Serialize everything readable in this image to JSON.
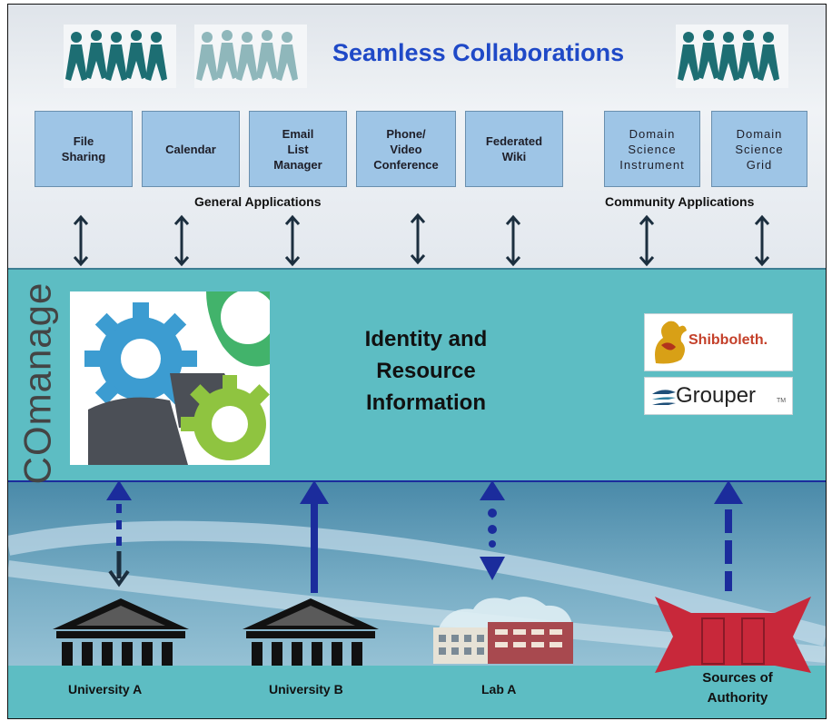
{
  "diagram": {
    "heading": "Seamless Collaborations",
    "general_apps": [
      {
        "label": "File\nSharing"
      },
      {
        "label": "Calendar"
      },
      {
        "label": "Email\nList\nManager"
      },
      {
        "label": "Phone/\nVideo\nConference"
      },
      {
        "label": "Federated\nWiki"
      }
    ],
    "community_apps": [
      {
        "label": "Domain\nScience\nInstrument"
      },
      {
        "label": "Domain\nScience\nGrid"
      }
    ],
    "general_apps_label": "General Applications",
    "community_apps_label": "Community Applications",
    "platform_name": "COmanage",
    "center_text": "Identity and\nResource\nInformation",
    "logos": {
      "shibboleth": "Shibboleth.",
      "grouper": "Grouper",
      "grouper_tm": "TM"
    },
    "sources": [
      {
        "label": "University A"
      },
      {
        "label": "University B"
      },
      {
        "label": "Lab A"
      },
      {
        "label": "Sources of\nAuthority"
      }
    ],
    "colors": {
      "accent_blue": "#1f49c7",
      "arrow_navy": "#1b2c9c",
      "teal": "#5dbdc3",
      "app_box": "#9ec5e6",
      "soa_red": "#c8283a"
    },
    "icons": [
      "people-chain-icon",
      "gears-icon",
      "shibboleth-logo",
      "grouper-logo",
      "university-building-icon",
      "lab-building-icon",
      "sources-of-authority-icon"
    ]
  }
}
